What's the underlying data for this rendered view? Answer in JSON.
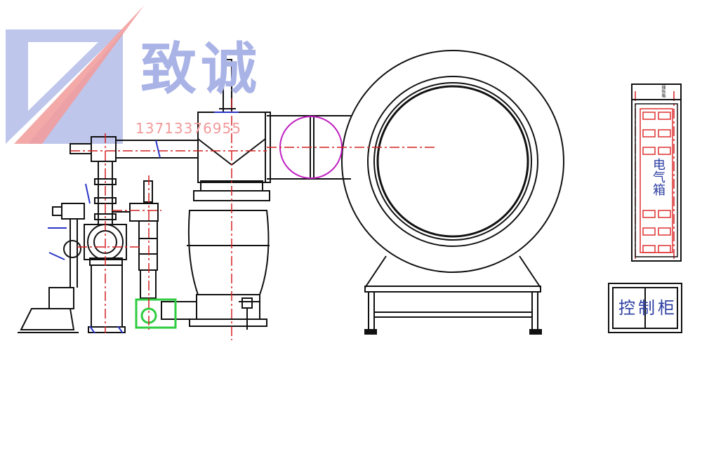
{
  "watermark": {
    "brand_name": "致诚",
    "phone": "13713376955"
  },
  "cabinet_labels": {
    "top_small": "操纵箱",
    "top_main": "电气箱",
    "bottom": [
      "控",
      "制",
      "柜"
    ]
  },
  "colors": {
    "line": "#111111",
    "centerline": "#d42020",
    "dimension": "#2a36c8",
    "gearbox": "#2ecc40",
    "cabinet_box": "#e03030",
    "magenta_circle": "#c020c0",
    "logo_blue": "#8a9ad6",
    "logo_red": "#f07878"
  }
}
